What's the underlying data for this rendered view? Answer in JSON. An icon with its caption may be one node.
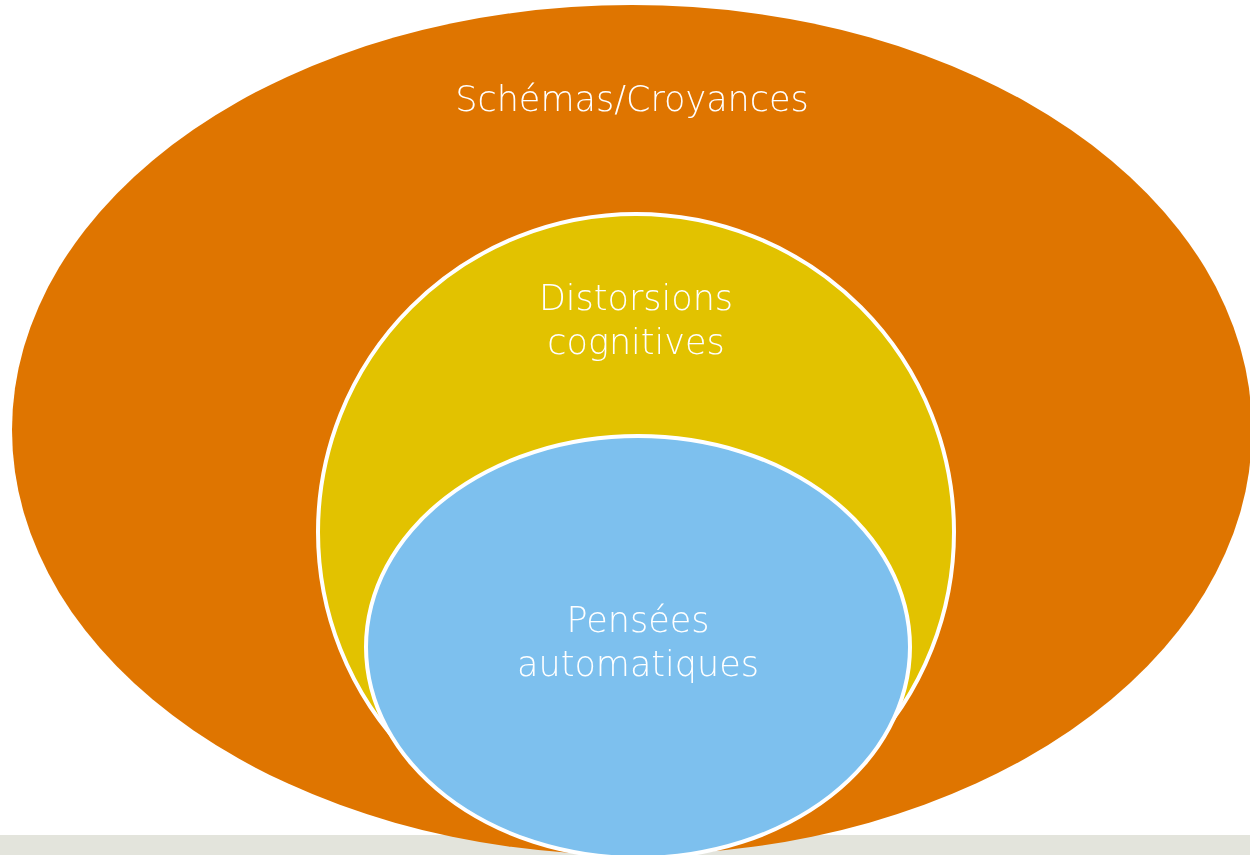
{
  "diagram": {
    "nodes": [
      {
        "text": [
          "Schémas/Croyances"
        ]
      },
      {
        "text": [
          "Distorsions cognitives"
        ],
        "in": 0
      },
      {
        "text": [
          "Pensées automatiques"
        ],
        "in": 1
      }
    ]
  }
}
